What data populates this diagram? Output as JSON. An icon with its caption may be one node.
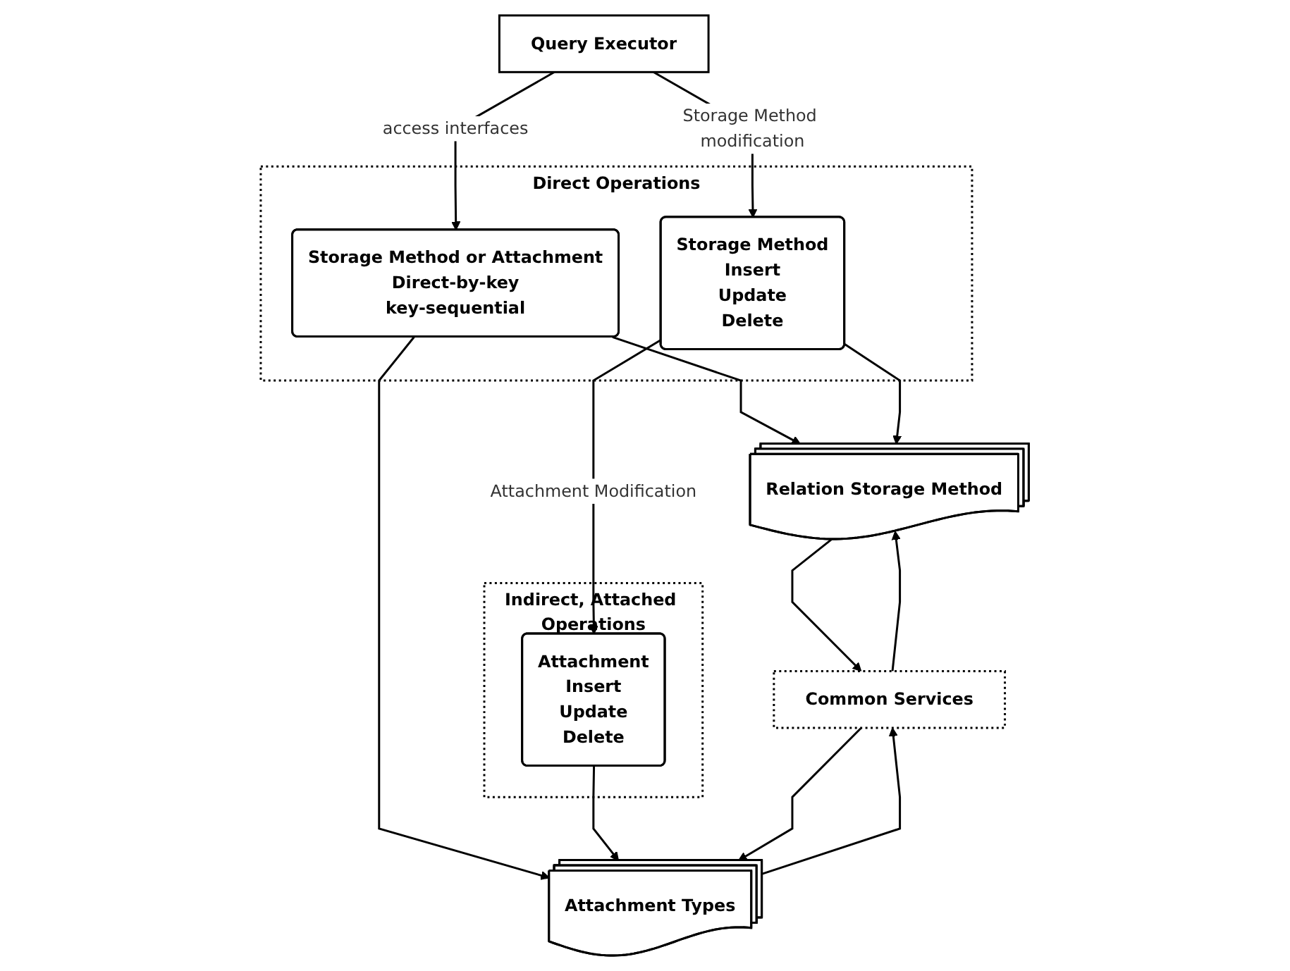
{
  "diagram": {
    "nodes": [
      {
        "text": [
          "Query Executor"
        ]
      },
      {
        "text": [
          "Direct Operations"
        ]
      },
      {
        "text": [
          "Storage Method or Attachment",
          "Direct-by-key",
          "key-sequential"
        ],
        "in": 1
      },
      {
        "text": [
          "Storage Method",
          "Insert",
          "Update",
          "Delete"
        ],
        "in": 1
      },
      {
        "text": [
          "Indirect, Attached Operations"
        ]
      },
      {
        "text": [
          "Attachment",
          "Insert",
          "Update",
          "Delete"
        ],
        "in": 4
      },
      {
        "text": [
          "Relation Storage Method"
        ]
      },
      {
        "text": [
          "Attachment Types"
        ]
      },
      {
        "text": [
          "Common Services"
        ]
      }
    ],
    "edges": [
      {
        "from": 0,
        "to": 2,
        "arrow": "to",
        "label": "access interfaces"
      },
      {
        "from": 0,
        "to": 3,
        "arrow": "to",
        "label": "Storage Method modification"
      },
      {
        "from": 3,
        "to": 5,
        "arrow": "to",
        "label": "Attachment Modification"
      },
      {
        "from": 2,
        "to": 6,
        "arrow": "to"
      },
      {
        "from": 3,
        "to": 6,
        "arrow": "to"
      },
      {
        "from": 2,
        "to": 7,
        "arrow": "to"
      },
      {
        "from": 5,
        "to": 7,
        "arrow": "to"
      },
      {
        "from": 6,
        "to": 8,
        "arrow": "to"
      },
      {
        "from": 8,
        "to": 6,
        "arrow": "to"
      },
      {
        "from": 7,
        "to": 8,
        "arrow": "to"
      },
      {
        "from": 8,
        "to": 7,
        "arrow": "to"
      }
    ]
  }
}
